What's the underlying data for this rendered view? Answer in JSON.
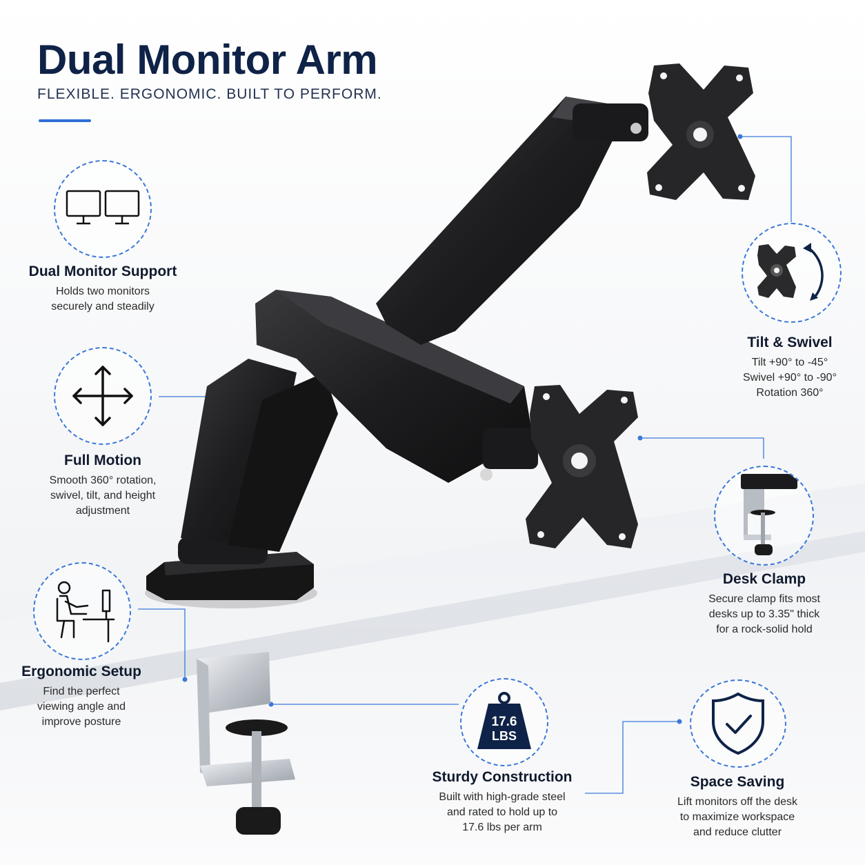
{
  "header": {
    "title": "Dual Monitor Arm",
    "tagline": "FLEXIBLE. ERGONOMIC. BUILT TO PERFORM."
  },
  "colors": {
    "accent": "#2f6fd6",
    "navy": "#0f2247",
    "product": "#1c1c1e"
  },
  "features": {
    "dual_monitor": {
      "icon": "dual-monitor-icon",
      "title": "Dual Monitor Support",
      "lines": [
        "Holds two monitors",
        "securely and steadily"
      ]
    },
    "full_motion": {
      "icon": "four-way-arrow-icon",
      "title": "Full Motion",
      "lines": [
        "Smooth 360° rotation,",
        "swivel, tilt, and height",
        "adjustment"
      ]
    },
    "ergonomic": {
      "icon": "person-at-desk-icon",
      "title": "Ergonomic Setup",
      "lines": [
        "Find the perfect",
        "viewing angle and",
        "improve posture"
      ]
    },
    "tilt_swivel": {
      "icon": "vesa-plate-rotate-icon",
      "title": "Tilt & Swivel",
      "lines": [
        "Tilt +90° to -45°",
        "Swivel +90° to -90°",
        "Rotation 360°"
      ]
    },
    "desk_clamp": {
      "icon": "desk-clamp-icon",
      "title": "Desk Clamp",
      "lines": [
        "Secure clamp fits most",
        "desks up to 3.35\" thick",
        "for a rock-solid hold"
      ]
    },
    "sturdy": {
      "icon": "weight-icon",
      "weight_line1": "17.6",
      "weight_line2": "LBS",
      "title": "Sturdy Construction",
      "lines": [
        "Built with high-grade steel",
        "and rated to hold up to",
        "17.6 lbs per arm"
      ]
    },
    "space_saving": {
      "icon": "shield-check-icon",
      "title": "Space Saving",
      "lines": [
        "Lift monitors off the desk",
        "to maximize workspace",
        "and reduce clutter"
      ]
    }
  }
}
